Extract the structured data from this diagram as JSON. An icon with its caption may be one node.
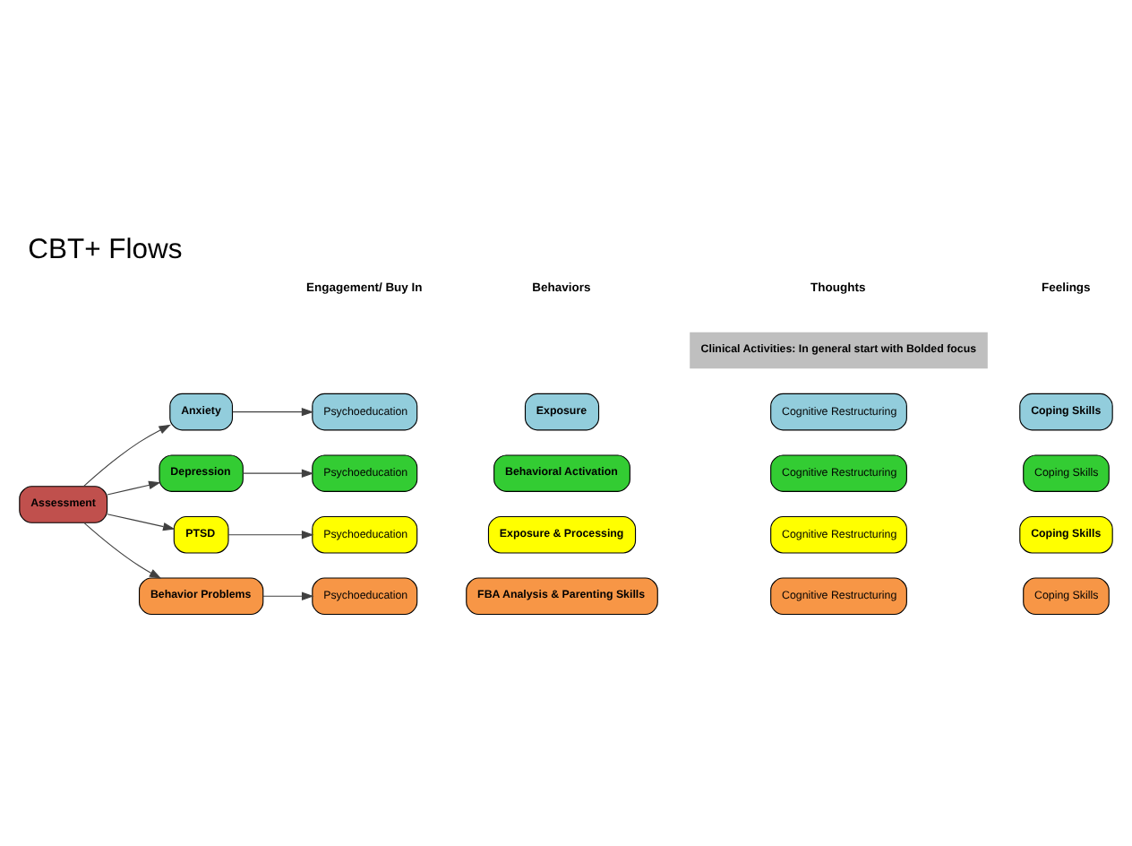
{
  "diagram": {
    "title": "CBT+ Flows",
    "nodes": [
      {
        "text": [
          "Assessment"
        ]
      },
      {
        "text": [
          "Anxiety"
        ]
      },
      {
        "text": [
          "Psychoeducation"
        ]
      },
      {
        "text": [
          "Exposure"
        ]
      },
      {
        "text": [
          "Cognitive Restructuring"
        ]
      },
      {
        "text": [
          "Coping Skills"
        ]
      },
      {
        "text": [
          "Depression"
        ]
      },
      {
        "text": [
          "Psychoeducation"
        ]
      },
      {
        "text": [
          "Behavioral Activation"
        ]
      },
      {
        "text": [
          "Cognitive Restructuring"
        ]
      },
      {
        "text": [
          "Coping Skills"
        ]
      },
      {
        "text": [
          "PTSD"
        ]
      },
      {
        "text": [
          "Psychoeducation"
        ]
      },
      {
        "text": [
          "Exposure & Processing"
        ]
      },
      {
        "text": [
          "Cognitive Restructuring"
        ]
      },
      {
        "text": [
          "Coping Skills"
        ]
      },
      {
        "text": [
          "Behavior Problems"
        ]
      },
      {
        "text": [
          "Psychoeducation"
        ]
      },
      {
        "text": [
          "FBA Analysis & Parenting Skills"
        ]
      },
      {
        "text": [
          "Cognitive Restructuring"
        ]
      },
      {
        "text": [
          "Coping Skills"
        ]
      }
    ],
    "edges": [
      {
        "from": 0,
        "to": 1,
        "arrow": "to"
      },
      {
        "from": 0,
        "to": 6,
        "arrow": "to"
      },
      {
        "from": 0,
        "to": 11,
        "arrow": "to"
      },
      {
        "from": 0,
        "to": 16,
        "arrow": "to"
      },
      {
        "from": 1,
        "to": 2,
        "arrow": "to"
      },
      {
        "from": 6,
        "to": 7,
        "arrow": "to"
      },
      {
        "from": 11,
        "to": 12,
        "arrow": "to"
      },
      {
        "from": 16,
        "to": 17,
        "arrow": "to"
      }
    ],
    "labels": [
      "Clinical Activities: In general start with Bolded focus",
      "Engagement/ Buy In",
      "Behaviors",
      "Thoughts",
      "Feelings"
    ]
  }
}
